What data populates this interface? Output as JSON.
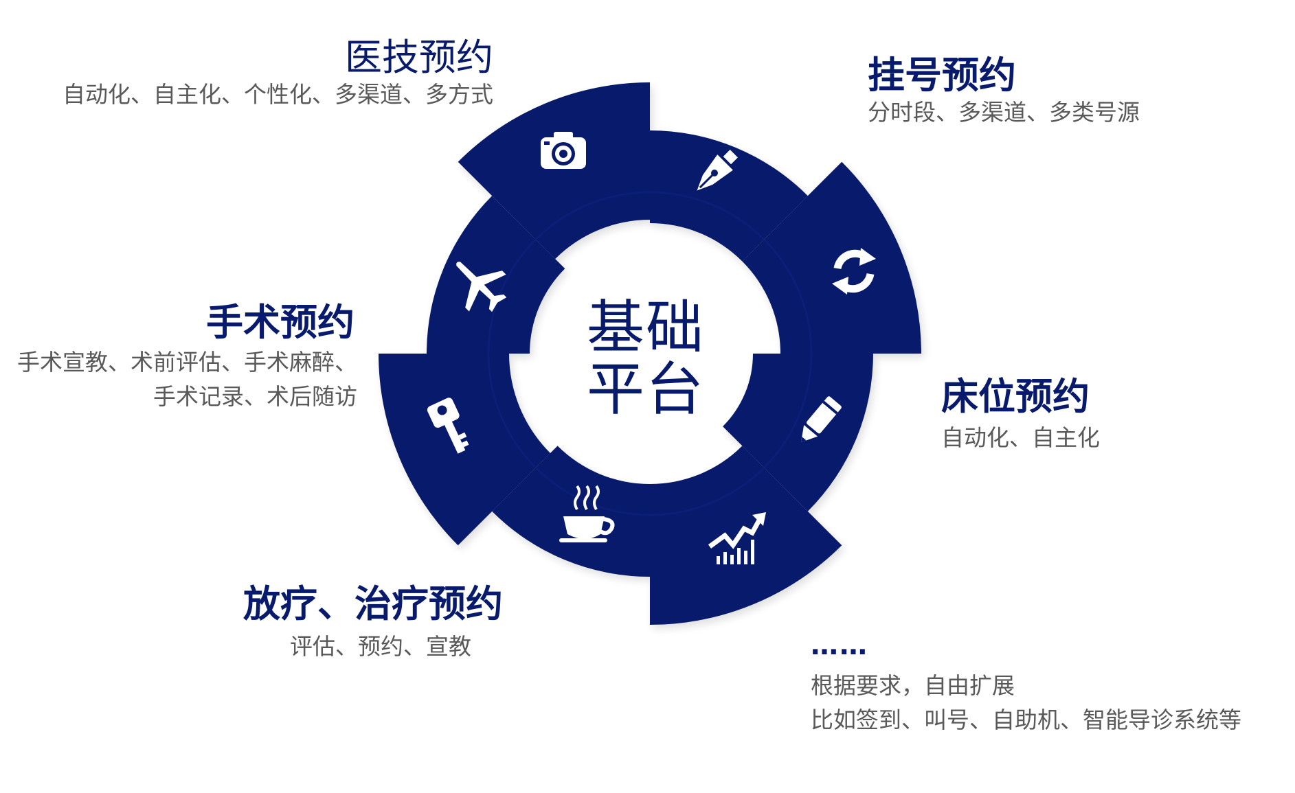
{
  "center": {
    "line1": "基础",
    "line2": "平台"
  },
  "items": [
    {
      "title": "医技预约",
      "desc": [
        "自动化、自主化、个性化、多渠道、多方式"
      ],
      "icon": "camera-icon"
    },
    {
      "title": "挂号预约",
      "desc": [
        "分时段、多渠道、多类号源"
      ],
      "icon": "pen-nib-icon"
    },
    {
      "title": "床位预约",
      "desc": [
        "自动化、自主化"
      ],
      "icon": "refresh-icon"
    },
    {
      "title": "放疗、治疗预约",
      "desc": [
        "评估、预约、宣教"
      ],
      "icon": "trend-chart-icon"
    },
    {
      "title": "手术预约",
      "desc": [
        "手术宣教、术前评估、手术麻醉、",
        "手术记录、术后随访"
      ],
      "icon": "airplane-icon"
    },
    {
      "title": "……",
      "desc": [
        "根据要求，自由扩展",
        "比如签到、叫号、自助机、智能导诊系统等"
      ],
      "icon": "pencil-icon"
    }
  ],
  "icons_extra": [
    "coffee-cup-icon",
    "key-icon"
  ],
  "colors": {
    "primary": "#081a6b",
    "text_gray": "#595959",
    "background": "#ffffff"
  }
}
